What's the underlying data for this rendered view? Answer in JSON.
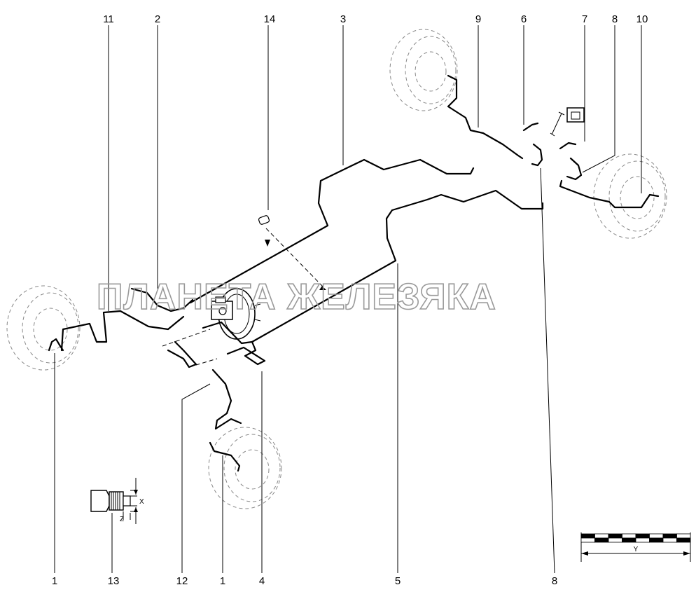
{
  "callouts": {
    "top": [
      "11",
      "2",
      "14",
      "3",
      "9",
      "6",
      "7",
      "8",
      "10"
    ],
    "bottom": [
      "1",
      "13",
      "12",
      "1",
      "4",
      "5",
      "8"
    ]
  },
  "watermark": "ПЛАНЕТА ЖЕЛЕЗЯКА",
  "fitting_dims": {
    "x": "X",
    "z": "Z"
  },
  "scale_bar": {
    "label": "Y",
    "segments": 8
  }
}
